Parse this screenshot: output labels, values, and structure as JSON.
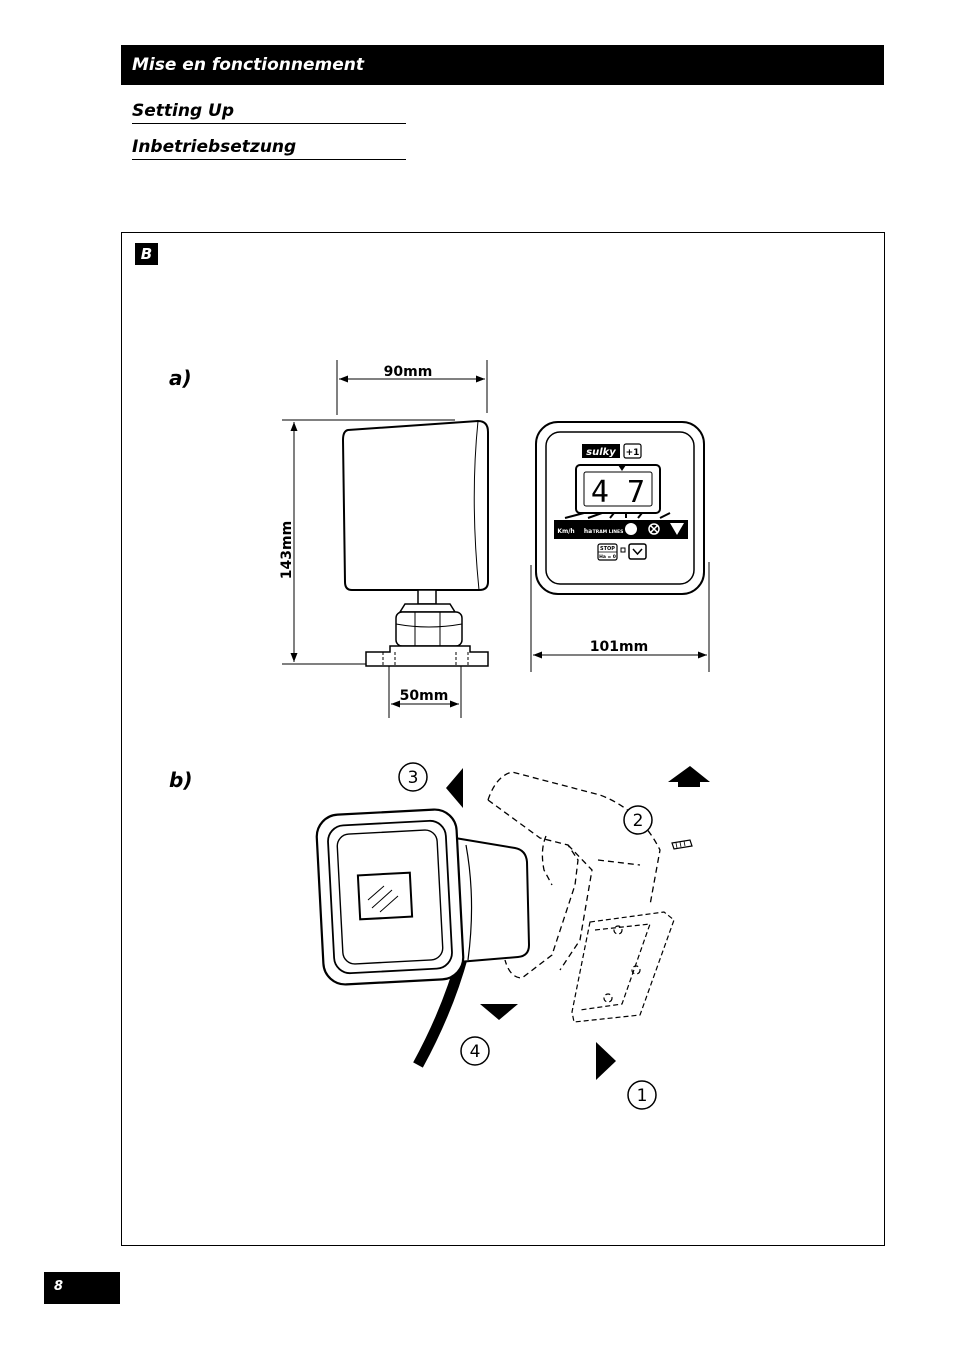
{
  "header": {
    "title_fr": "Mise en fonctionnement",
    "title_en": "Setting Up",
    "title_de": "Inbetriebsetzung"
  },
  "figure": {
    "section_letter": "B",
    "part_a_label": "a)",
    "part_b_label": "b)",
    "dimensions": {
      "width_top": "90mm",
      "height": "143mm",
      "base": "50mm",
      "front_width": "101mm"
    },
    "display": {
      "brand": "sulky",
      "plus_key": "+1",
      "reading": "4 7",
      "icon_labels": [
        "Km/h",
        "ha",
        "TRAM LINES"
      ],
      "stop_key_top": "STOP",
      "stop_key_bottom": "Ha = 0"
    },
    "steps": [
      "1",
      "2",
      "3",
      "4"
    ]
  },
  "footer": {
    "page_number": "8"
  }
}
